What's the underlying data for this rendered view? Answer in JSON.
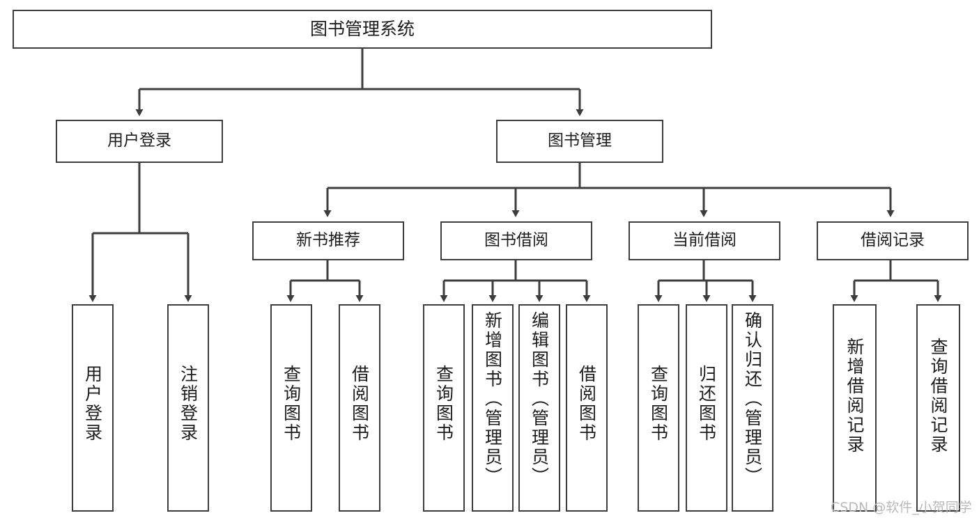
{
  "diagram": {
    "title": "图书管理系统",
    "type": "tree",
    "background_color": "#ffffff",
    "line_color": "#3d3d3d",
    "text_color": "#1c1c1c"
  },
  "nodes": {
    "root": {
      "label": "图书管理系统"
    },
    "level1": [
      {
        "id": "user-login",
        "label": "用户登录"
      },
      {
        "id": "book-manage",
        "label": "图书管理"
      }
    ],
    "level2": [
      {
        "id": "new-book-rec",
        "label": "新书推荐"
      },
      {
        "id": "book-borrow",
        "label": "图书借阅"
      },
      {
        "id": "current-borrow",
        "label": "当前借阅"
      },
      {
        "id": "borrow-record",
        "label": "借阅记录"
      }
    ],
    "leaves": {
      "user_login": [
        {
          "id": "leaf-user-login",
          "label": "用户登录"
        },
        {
          "id": "leaf-logout",
          "label": "注销登录"
        }
      ],
      "new_book_rec": [
        {
          "id": "leaf-query-book-1",
          "label": "查询图书"
        },
        {
          "id": "leaf-borrow-book-1",
          "label": "借阅图书"
        }
      ],
      "book_borrow": [
        {
          "id": "leaf-query-book-2",
          "label": "查询图书"
        },
        {
          "id": "leaf-add-book",
          "label": "新增图书（管理员）"
        },
        {
          "id": "leaf-edit-book",
          "label": "编辑图书（管理员）"
        },
        {
          "id": "leaf-borrow-book-2",
          "label": "借阅图书"
        }
      ],
      "current_borrow": [
        {
          "id": "leaf-query-book-3",
          "label": "查询图书"
        },
        {
          "id": "leaf-return-book",
          "label": "归还图书"
        },
        {
          "id": "leaf-confirm-return",
          "label": "确认归还（管理员）"
        }
      ],
      "borrow_record": [
        {
          "id": "leaf-add-record",
          "label": "新增借阅记录"
        },
        {
          "id": "leaf-query-record",
          "label": "查询借阅记录"
        }
      ]
    }
  },
  "watermark": {
    "text": "CSDN @软件_小贺同学"
  }
}
